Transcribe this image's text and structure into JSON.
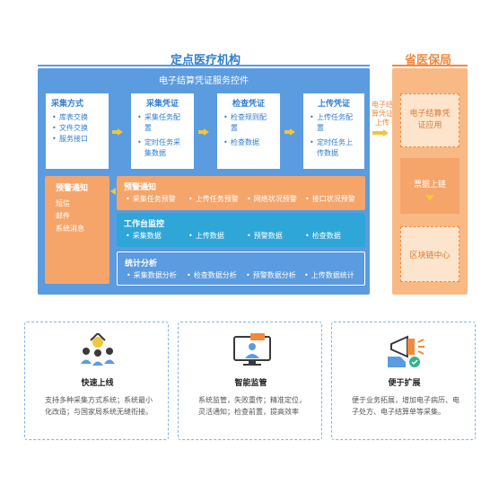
{
  "headers": {
    "institution": "定点医疗机构",
    "bureau": "省医保局"
  },
  "control_panel": {
    "title": "电子结算凭证服务控件",
    "modules": [
      {
        "title": "采集方式",
        "items": [
          "库表交换",
          "文件交换",
          "服务接口"
        ]
      },
      {
        "title": "采集凭证",
        "items": [
          "采集任务配置",
          "定时任务采集数据"
        ]
      },
      {
        "title": "检查凭证",
        "items": [
          "检查规则配置",
          "检查数据"
        ]
      },
      {
        "title": "上传凭证",
        "items": [
          "上传任务配置",
          "定时任务上传数据"
        ]
      }
    ],
    "upload_label": "电子结算凭证上传",
    "warning_side": {
      "title": "预警通知",
      "items": [
        "短信",
        "邮件",
        "系统消息"
      ]
    },
    "bars": [
      {
        "title": "预警通知",
        "items": [
          "采集任务预警",
          "上传任务预警",
          "网络状况预警",
          "接口状况预警"
        ],
        "color": "#f5a56a"
      },
      {
        "title": "工作台监控",
        "items": [
          "采集数据",
          "上传数据",
          "预警数据",
          "检查数据"
        ],
        "color": "#2fa6d8"
      },
      {
        "title": "统计分析",
        "items": [
          "采集数据分析",
          "检查数据分析",
          "预警数据分析",
          "上传数据统计"
        ],
        "color": "#5b9be0"
      }
    ]
  },
  "bureau_panel": {
    "cards": [
      "电子结算凭证应用",
      "票据上链",
      "区块链中心"
    ]
  },
  "features": [
    {
      "icon": "team-upload-icon",
      "title": "快速上线",
      "desc": "支持多种采集方式系统；系统最小化改造；与国家局系统无缝衔接。"
    },
    {
      "icon": "monitor-screen-icon",
      "title": "智能监管",
      "desc": "系统监管，失败重传；精准定位，灵活通知；检查前置，提高效率"
    },
    {
      "icon": "megaphone-hand-icon",
      "title": "便于扩展",
      "desc": "便于业务拓展，增加电子病历、电子处方、电子结算单等采集。"
    }
  ],
  "colors": {
    "blue": "#5b9be0",
    "orange": "#f08a3c",
    "yellow": "#f0c63c"
  }
}
